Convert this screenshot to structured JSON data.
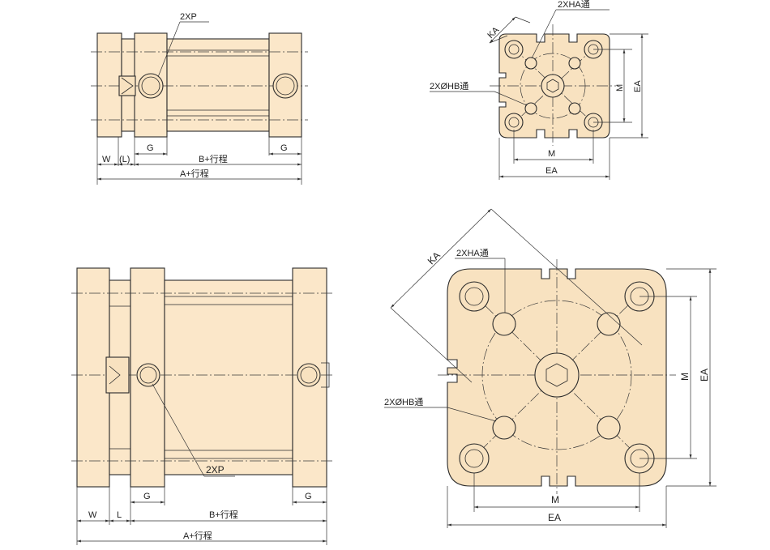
{
  "labels": {
    "port_small": "2XP",
    "port_large": "2XP",
    "w": "W",
    "l_paren": "(L)",
    "l": "L",
    "g": "G",
    "b_stroke": "B+行程",
    "a_stroke": "A+行程",
    "ka": "KA",
    "ha_thru": "2XHA通",
    "hb_thru": "2XØHB通",
    "m": "M",
    "ea": "EA"
  }
}
